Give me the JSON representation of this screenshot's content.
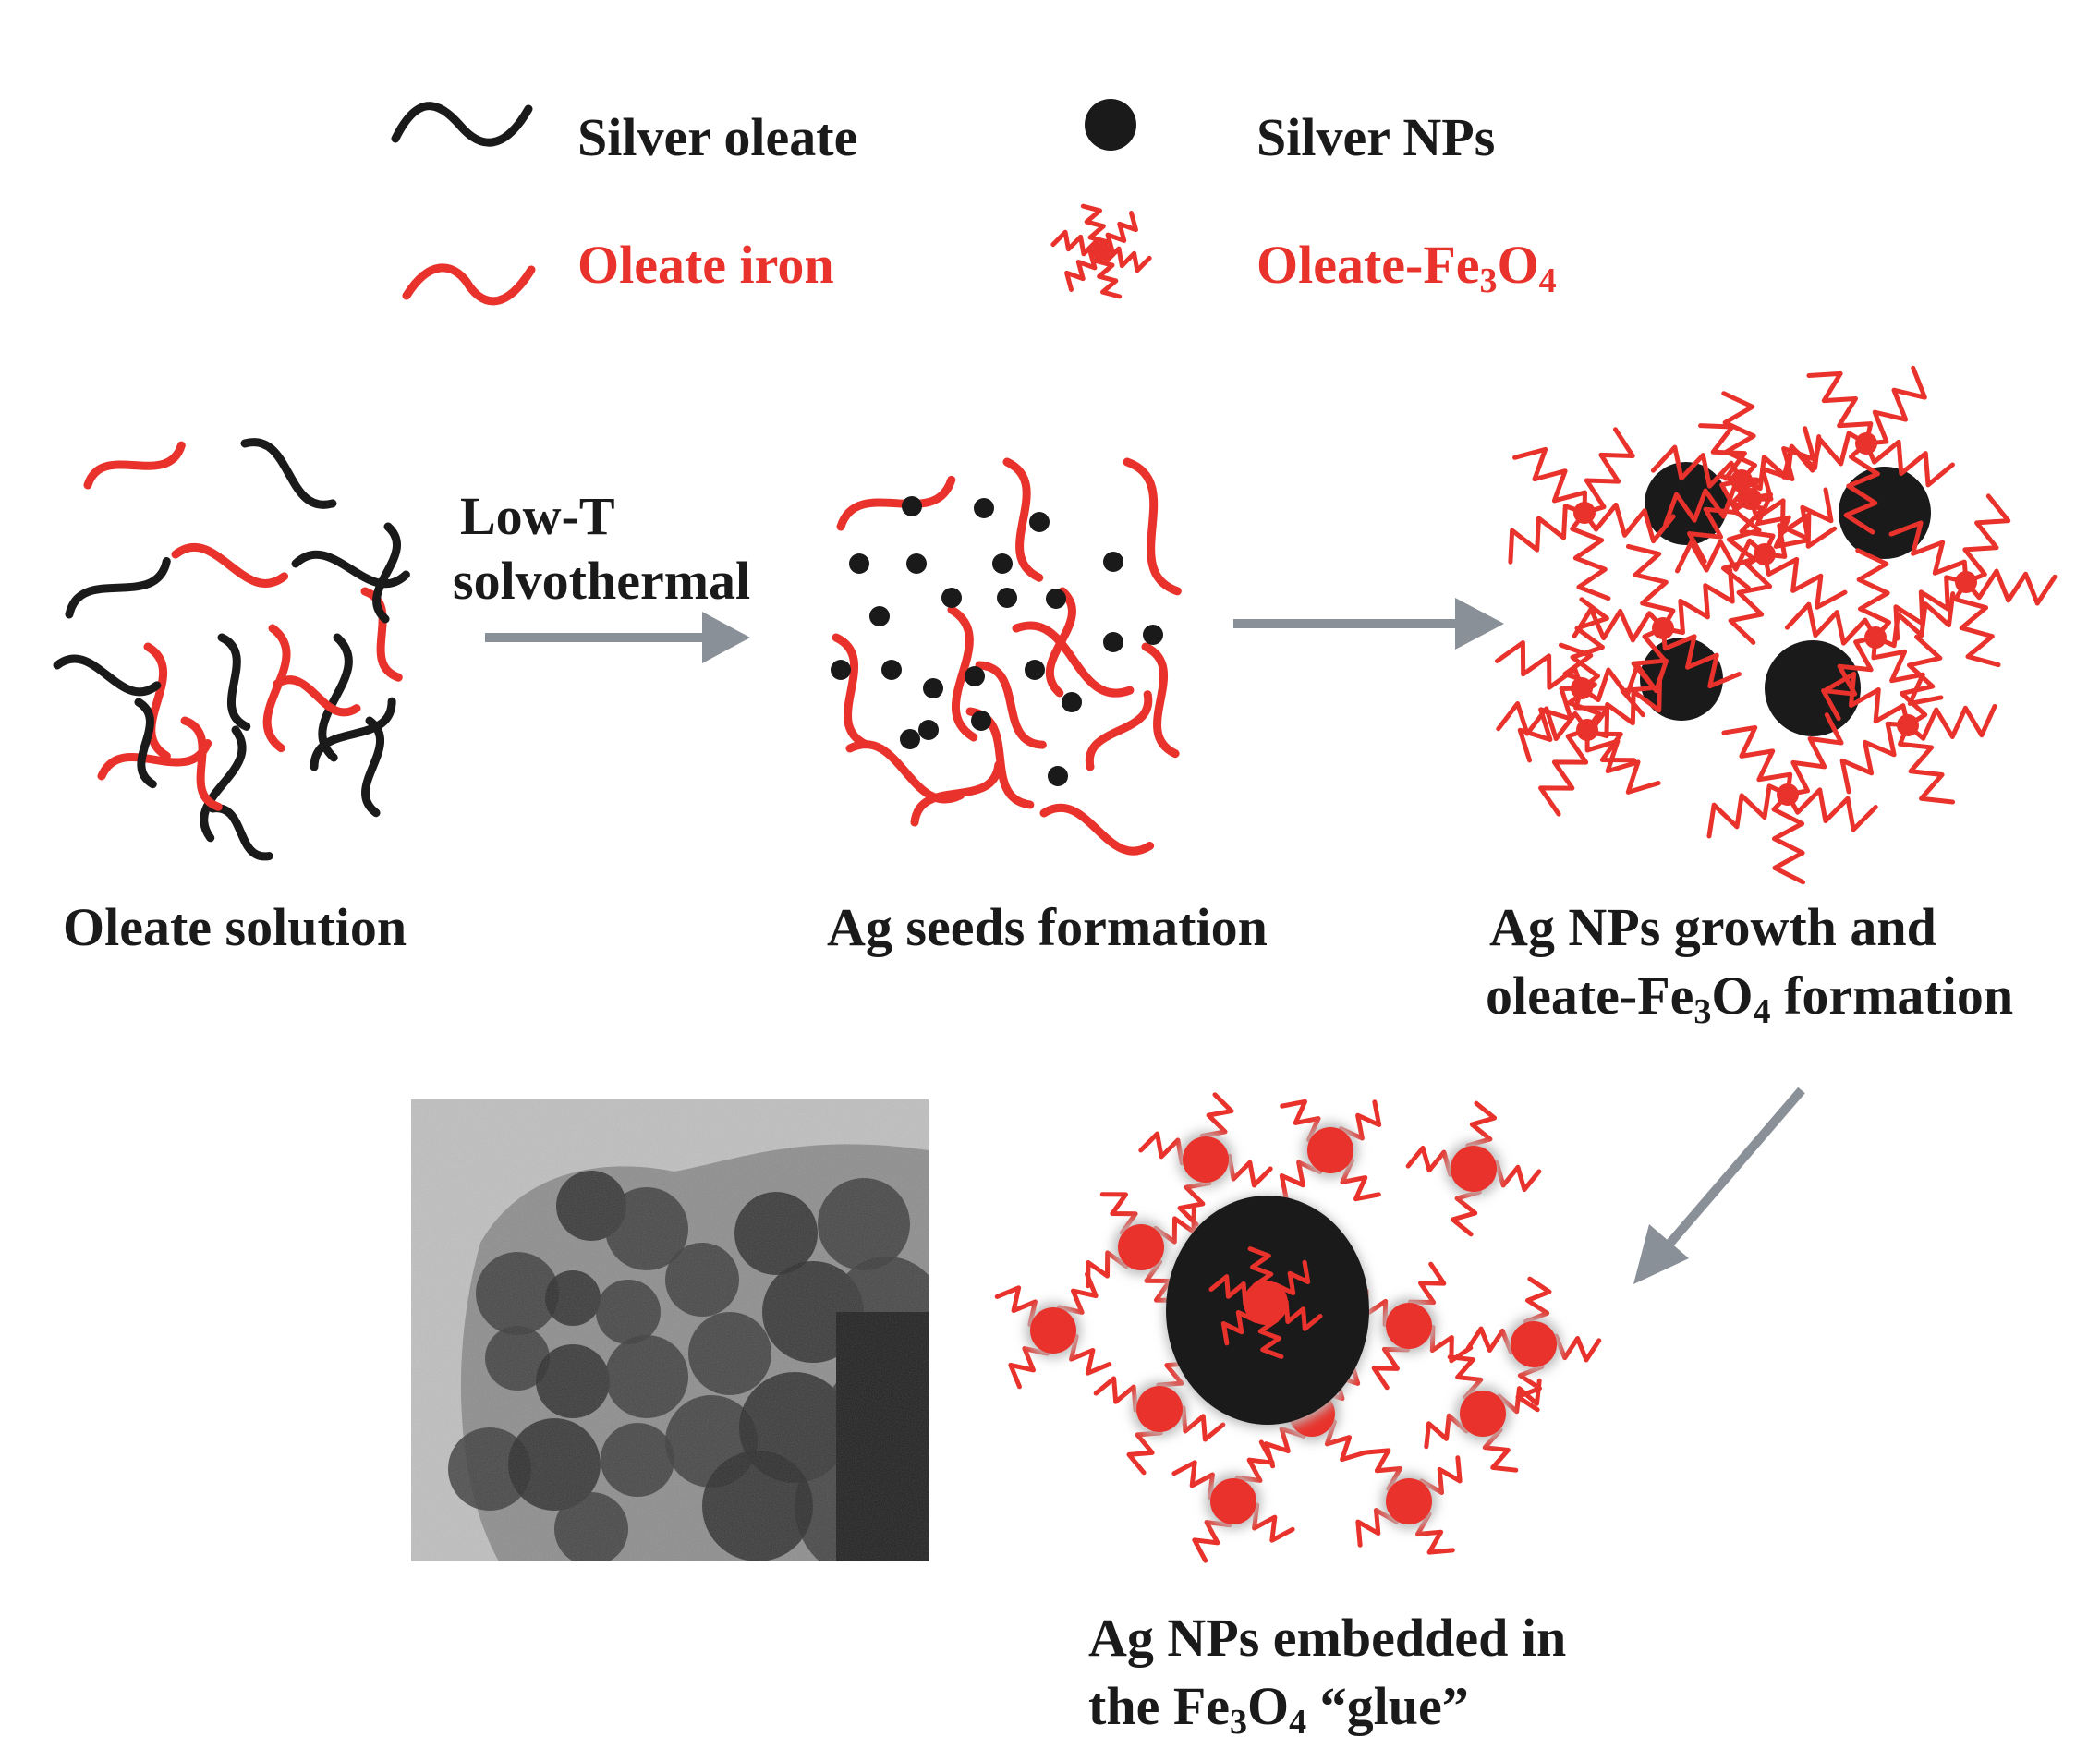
{
  "legend": {
    "silver_oleate": "Silver oleate",
    "silver_nps": "Silver NPs",
    "oleate_iron": "Oleate iron",
    "oleate_fe3o4": {
      "pre": "Oleate-Fe",
      "sub1": "3",
      "mid": "O",
      "sub2": "4"
    }
  },
  "steps": {
    "oleate_solution": "Oleate solution",
    "arrow1_line1": "Low-T",
    "arrow1_line2": "solvothermal",
    "ag_seeds": "Ag seeds formation",
    "growth_line1": "Ag NPs growth and",
    "growth_line2": {
      "pre": "oleate-Fe",
      "sub1": "3",
      "mid": "O",
      "sub2": "4",
      "post": " formation"
    },
    "embedded_line1": "Ag NPs embedded in",
    "embedded_line2": {
      "pre": "the Fe",
      "sub1": "3",
      "mid": "O",
      "sub2": "4",
      "post": " “glue”"
    }
  },
  "colors": {
    "silver": "#1a1a1a",
    "iron": "#e8322b",
    "arrow": "#8a9097",
    "tem_background": "#bfbfbf"
  }
}
